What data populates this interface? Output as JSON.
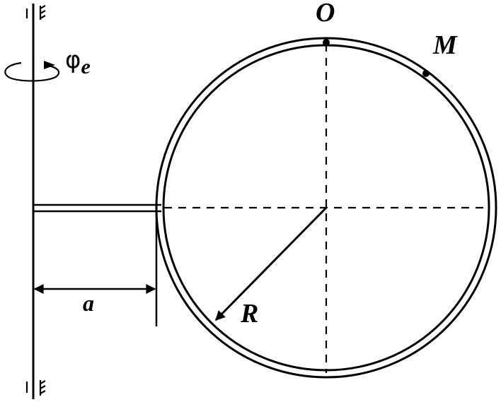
{
  "diagram": {
    "labels": {
      "point_o": "O",
      "point_m": "M",
      "radius": "R",
      "offset": "a",
      "rotation_symbol": "φ",
      "rotation_subscript": "e"
    }
  }
}
